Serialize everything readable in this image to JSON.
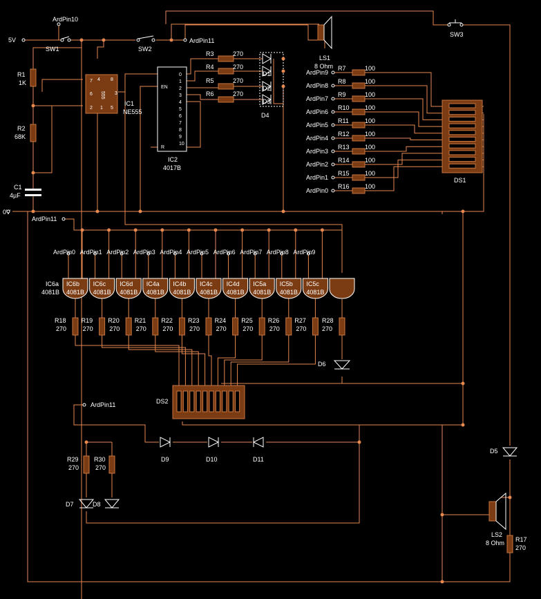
{
  "power": {
    "v5": "5V",
    "gnd": "0V"
  },
  "pins": {
    "top_pin10": "ArdPin10",
    "top_pin11": "ArdPin11",
    "mid_pin11": "ArdPin11",
    "low_pin11": "ArdPin11"
  },
  "switches": {
    "sw1": "SW1",
    "sw2": "SW2",
    "sw3": "SW3"
  },
  "timer": {
    "ref": "IC1",
    "part": "NE555",
    "body": "555",
    "pins": [
      "7",
      "6",
      "2",
      "4",
      "8",
      "3",
      "1",
      "5"
    ]
  },
  "counter": {
    "ref": "IC2",
    "part": "4017B",
    "en": "EN",
    "r": "R",
    "outputs": [
      "0",
      "1",
      "2",
      "3",
      "4",
      "5",
      "6",
      "7",
      "8",
      "9",
      "10"
    ]
  },
  "timing": [
    {
      "ref": "R1",
      "val": "1K"
    },
    {
      "ref": "R2",
      "val": "68K"
    },
    {
      "ref": "C1",
      "val": "4µF"
    }
  ],
  "d4_resistors": [
    {
      "ref": "R3",
      "val": "270"
    },
    {
      "ref": "R4",
      "val": "270"
    },
    {
      "ref": "R5",
      "val": "270"
    },
    {
      "ref": "R6",
      "val": "270"
    }
  ],
  "d4": {
    "ref": "D4",
    "leds": [
      "D1",
      "D2",
      "D3"
    ]
  },
  "speaker1": {
    "ref": "LS1",
    "val": "8 Ohm"
  },
  "speaker2": {
    "ref": "LS2",
    "val": "8 Ohm"
  },
  "ds1_rows": [
    {
      "pin": "ArdPin9",
      "ref": "R7",
      "val": "100"
    },
    {
      "pin": "ArdPin8",
      "ref": "R8",
      "val": "100"
    },
    {
      "pin": "ArdPin7",
      "ref": "R9",
      "val": "100"
    },
    {
      "pin": "ArdPin6",
      "ref": "R10",
      "val": "100"
    },
    {
      "pin": "ArdPin5",
      "ref": "R11",
      "val": "100"
    },
    {
      "pin": "ArdPin4",
      "ref": "R12",
      "val": "100"
    },
    {
      "pin": "ArdPin3",
      "ref": "R13",
      "val": "100"
    },
    {
      "pin": "ArdPin2",
      "ref": "R14",
      "val": "100"
    },
    {
      "pin": "ArdPin1",
      "ref": "R15",
      "val": "100"
    },
    {
      "pin": "ArdPin0",
      "ref": "R16",
      "val": "100"
    }
  ],
  "ds1": "DS1",
  "ds2": "DS2",
  "gates": [
    {
      "pin": "ArdPin0",
      "ref": "IC6b",
      "part": "4081B",
      "r": "R18",
      "rv": "270"
    },
    {
      "pin": "ArdPin1",
      "ref": "IC6c",
      "part": "4081B",
      "r": "R19",
      "rv": "270"
    },
    {
      "pin": "ArdPin2",
      "ref": "IC6d",
      "part": "4081B",
      "r": "R20",
      "rv": "270"
    },
    {
      "pin": "ArdPin3",
      "ref": "IC4a",
      "part": "4081B",
      "r": "R21",
      "rv": "270"
    },
    {
      "pin": "ArdPin4",
      "ref": "IC4b",
      "part": "4081B",
      "r": "R22",
      "rv": "270"
    },
    {
      "pin": "ArdPin5",
      "ref": "IC4c",
      "part": "4081B",
      "r": "R23",
      "rv": "270"
    },
    {
      "pin": "ArdPin6",
      "ref": "IC4d",
      "part": "4081B",
      "r": "R24",
      "rv": "270"
    },
    {
      "pin": "ArdPin7",
      "ref": "IC5a",
      "part": "4081B",
      "r": "R25",
      "rv": "270"
    },
    {
      "pin": "ArdPin8",
      "ref": "IC5b",
      "part": "4081B",
      "r": "R26",
      "rv": "270"
    },
    {
      "pin": "ArdPin9",
      "ref": "IC5c",
      "part": "4081B",
      "r": "R27",
      "rv": "270"
    }
  ],
  "gate_left": {
    "ref": "IC6a",
    "part": "4081B"
  },
  "r28": {
    "ref": "R28",
    "val": "270"
  },
  "d6": "D6",
  "bottom": {
    "r29": {
      "ref": "R29",
      "val": "270"
    },
    "r30": {
      "ref": "R30",
      "val": "270"
    },
    "d7": "D7",
    "d8": "D8",
    "d9": "D9",
    "d10": "D10",
    "d11": "D11"
  },
  "d5": "D5",
  "r17": {
    "ref": "R17",
    "val": "270"
  }
}
